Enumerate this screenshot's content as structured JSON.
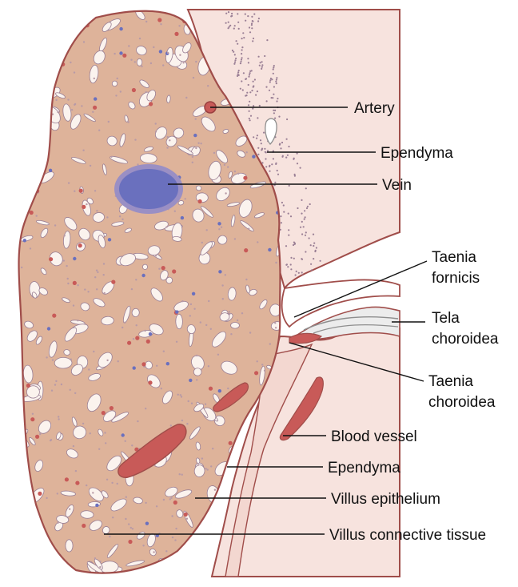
{
  "labels": {
    "artery": "Artery",
    "ependyma_upper": "Ependyma",
    "vein": "Vein",
    "taenia_fornicis_1": "Taenia",
    "taenia_fornicis_2": "fornicis",
    "tela_choroidea_1": "Tela",
    "tela_choroidea_2": "choroidea",
    "taenia_choroidea_1": "Taenia",
    "taenia_choroidea_2": "choroidea",
    "blood_vessel": "Blood vessel",
    "ependyma_lower": "Ependyma",
    "villus_epithelium": "Villus epithelium",
    "villus_connective_tissue": "Villus connective tissue"
  },
  "colors": {
    "outline": "#a04d4a",
    "wall_fill": "#f7e3de",
    "dot": "#9a7f95",
    "villus_tissue": "#deb39a",
    "connective": "#fbf3ee",
    "vein": "#6a70be",
    "artery": "#c85a58",
    "tela": "#ececec"
  }
}
